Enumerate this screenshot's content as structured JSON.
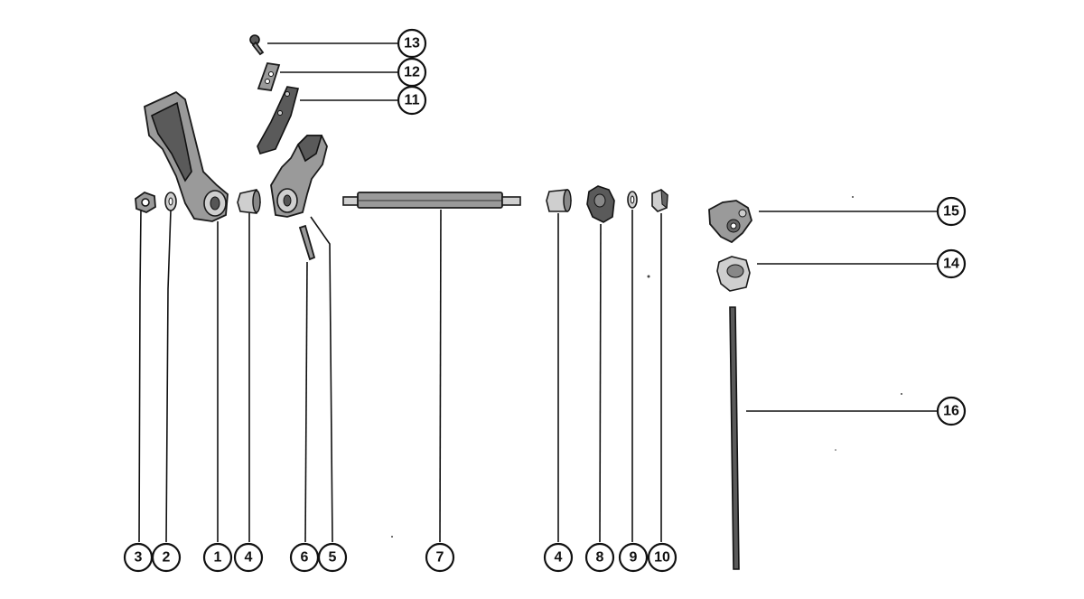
{
  "colors": {
    "ink": "#111111",
    "metal": "#9a9a9a",
    "shadow": "#5a5a5a",
    "highlight": "#cfcfcf"
  },
  "callouts": [
    {
      "id": "c1",
      "label": "1"
    },
    {
      "id": "c2",
      "label": "2"
    },
    {
      "id": "c3",
      "label": "3"
    },
    {
      "id": "c4a",
      "label": "4"
    },
    {
      "id": "c4b",
      "label": "4"
    },
    {
      "id": "c5",
      "label": "5"
    },
    {
      "id": "c6",
      "label": "6"
    },
    {
      "id": "c7",
      "label": "7"
    },
    {
      "id": "c8",
      "label": "8"
    },
    {
      "id": "c9",
      "label": "9"
    },
    {
      "id": "c10",
      "label": "10"
    },
    {
      "id": "c11",
      "label": "11"
    },
    {
      "id": "c12",
      "label": "12"
    },
    {
      "id": "c13",
      "label": "13"
    },
    {
      "id": "c14",
      "label": "14"
    },
    {
      "id": "c15",
      "label": "15"
    },
    {
      "id": "c16",
      "label": "16"
    }
  ]
}
